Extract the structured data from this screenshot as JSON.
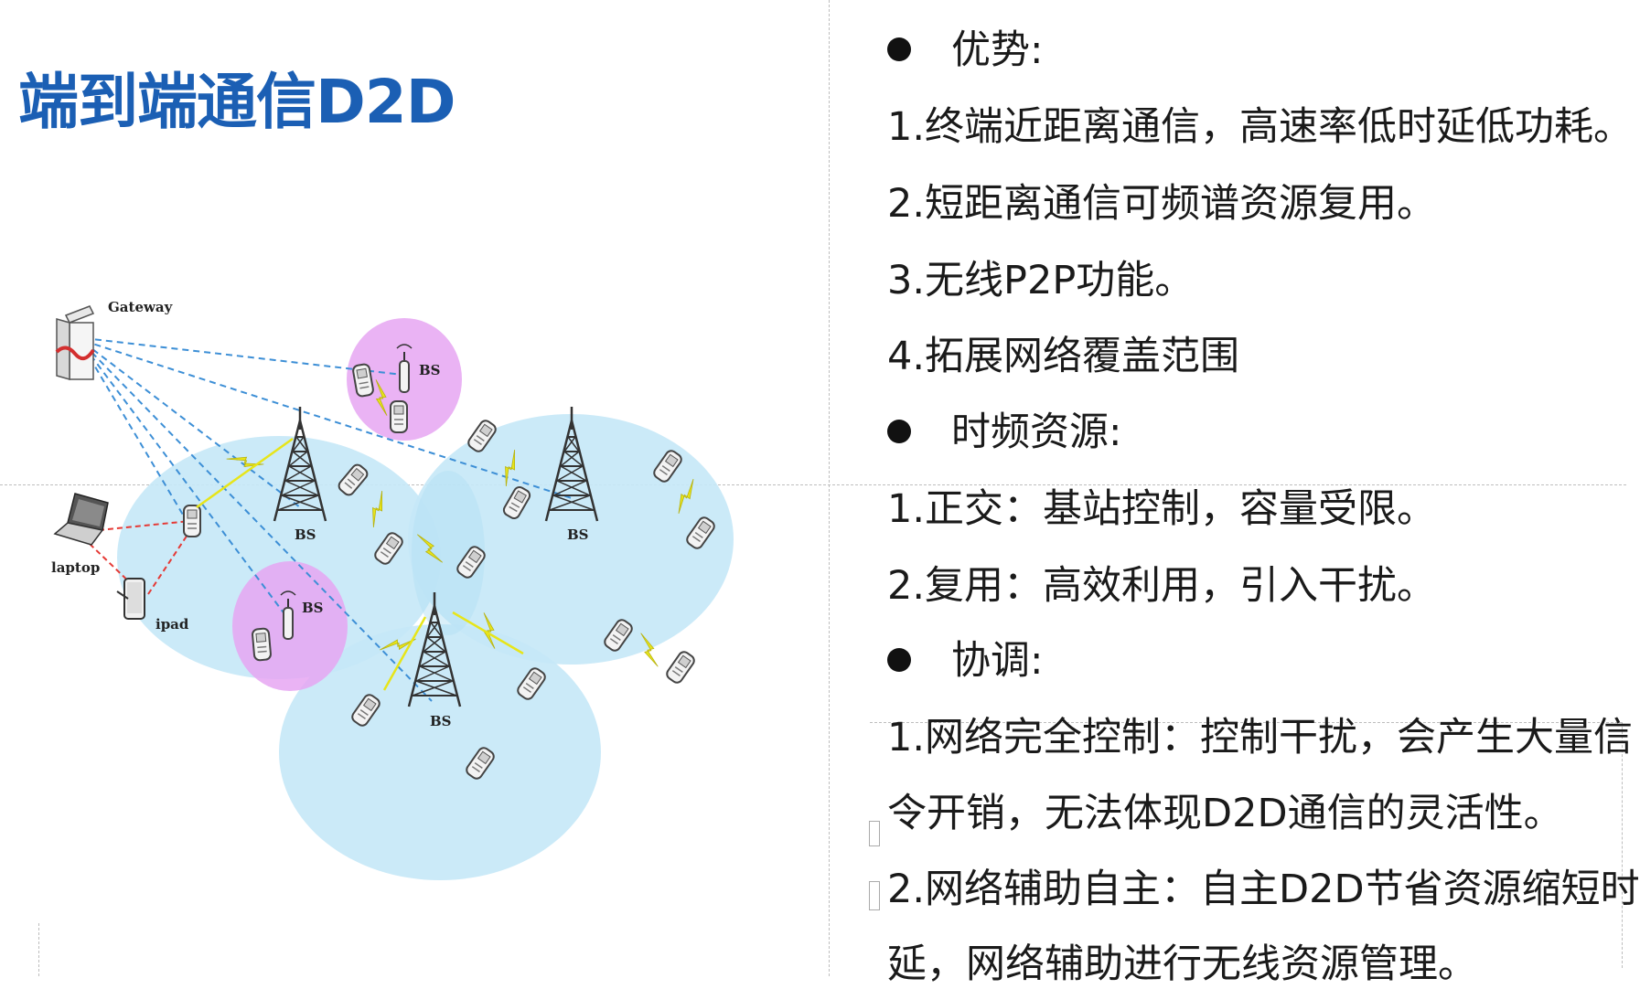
{
  "slide": {
    "title": "端到端通信D2D"
  },
  "diagram": {
    "labels": {
      "gateway": "Gateway",
      "laptop": "laptop",
      "ipad": "ipad",
      "bs": "BS"
    },
    "colors": {
      "macro_cell": "#c5e8f7",
      "small_cell": "#e6a6f2",
      "link_blue": "#3d8fd6",
      "link_red": "#e53935",
      "lightning": "#e7e51a"
    }
  },
  "content": {
    "lines": [
      {
        "type": "bullet",
        "text": "优势:"
      },
      {
        "type": "text",
        "text": "1.终端近距离通信，高速率低时延低功耗。"
      },
      {
        "type": "text",
        "text": "2.短距离通信可频谱资源复用。"
      },
      {
        "type": "text",
        "text": "3.无线P2P功能。"
      },
      {
        "type": "text",
        "text": "4.拓展网络覆盖范围"
      },
      {
        "type": "bullet",
        "text": "时频资源:"
      },
      {
        "type": "text",
        "text": "1.正交：基站控制，容量受限。"
      },
      {
        "type": "text",
        "text": "2.复用：高效利用，引入干扰。"
      },
      {
        "type": "bullet",
        "text": "协调:"
      },
      {
        "type": "text",
        "text": "1.网络完全控制：控制干扰，会产生大量信"
      },
      {
        "type": "text",
        "text": "令开销，无法体现D2D通信的灵活性。"
      },
      {
        "type": "text",
        "text": "2.网络辅助自主：自主D2D节省资源缩短时"
      },
      {
        "type": "text",
        "text": "延，网络辅助进行无线资源管理。"
      }
    ]
  }
}
